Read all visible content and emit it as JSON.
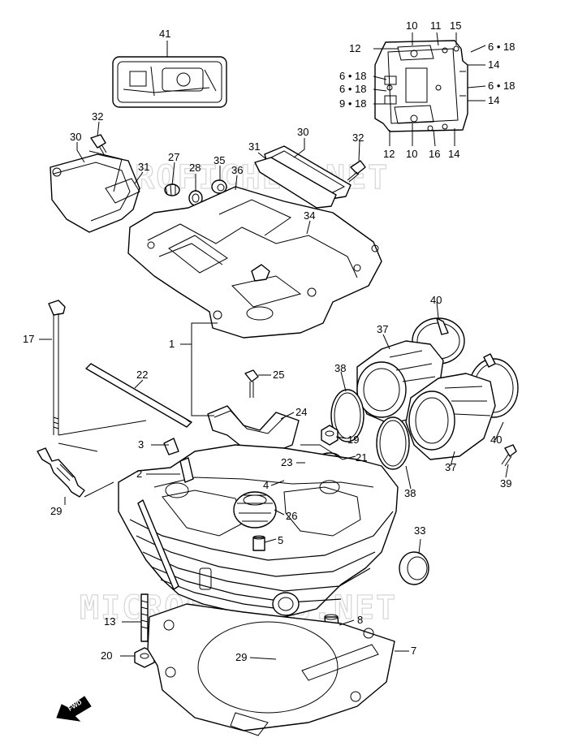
{
  "diagram": {
    "watermark": "MICROFICHES.NET",
    "fwd_label": "FWD",
    "callouts": [
      {
        "id": "c41",
        "text": "41"
      },
      {
        "id": "c10a",
        "text": "10"
      },
      {
        "id": "c11",
        "text": "11"
      },
      {
        "id": "c15",
        "text": "15"
      },
      {
        "id": "c12a",
        "text": "12"
      },
      {
        "id": "c618a",
        "text": "6 • 18"
      },
      {
        "id": "c14a",
        "text": "14"
      },
      {
        "id": "c618b",
        "text": "6 • 18"
      },
      {
        "id": "c618c",
        "text": "6 • 18"
      },
      {
        "id": "c618d",
        "text": "6 • 18"
      },
      {
        "id": "c918",
        "text": "9 • 18"
      },
      {
        "id": "c14b",
        "text": "14"
      },
      {
        "id": "c12b",
        "text": "12"
      },
      {
        "id": "c10b",
        "text": "10"
      },
      {
        "id": "c16",
        "text": "16"
      },
      {
        "id": "c14c",
        "text": "14"
      },
      {
        "id": "c32a",
        "text": "32"
      },
      {
        "id": "c30a",
        "text": "30"
      },
      {
        "id": "c31a",
        "text": "31"
      },
      {
        "id": "c27",
        "text": "27"
      },
      {
        "id": "c28",
        "text": "28"
      },
      {
        "id": "c35",
        "text": "35"
      },
      {
        "id": "c36",
        "text": "36"
      },
      {
        "id": "c31b",
        "text": "31"
      },
      {
        "id": "c30b",
        "text": "30"
      },
      {
        "id": "c32b",
        "text": "32"
      },
      {
        "id": "c34",
        "text": "34"
      },
      {
        "id": "c17",
        "text": "17"
      },
      {
        "id": "c1",
        "text": "1"
      },
      {
        "id": "c22",
        "text": "22"
      },
      {
        "id": "c25",
        "text": "25"
      },
      {
        "id": "c40a",
        "text": "40"
      },
      {
        "id": "c37a",
        "text": "37"
      },
      {
        "id": "c38a",
        "text": "38"
      },
      {
        "id": "c24",
        "text": "24"
      },
      {
        "id": "c19",
        "text": "19"
      },
      {
        "id": "c3",
        "text": "3"
      },
      {
        "id": "c40b",
        "text": "40"
      },
      {
        "id": "c21",
        "text": "21"
      },
      {
        "id": "c23",
        "text": "23"
      },
      {
        "id": "c37b",
        "text": "37"
      },
      {
        "id": "c2",
        "text": "2"
      },
      {
        "id": "c39",
        "text": "39"
      },
      {
        "id": "c38b",
        "text": "38"
      },
      {
        "id": "c4",
        "text": "4"
      },
      {
        "id": "c29a",
        "text": "29"
      },
      {
        "id": "c26",
        "text": "26"
      },
      {
        "id": "c33",
        "text": "33"
      },
      {
        "id": "c5",
        "text": "5"
      },
      {
        "id": "c13",
        "text": "13"
      },
      {
        "id": "c8",
        "text": "8"
      },
      {
        "id": "c7",
        "text": "7"
      },
      {
        "id": "c20",
        "text": "20"
      },
      {
        "id": "c29b",
        "text": "29"
      }
    ]
  }
}
